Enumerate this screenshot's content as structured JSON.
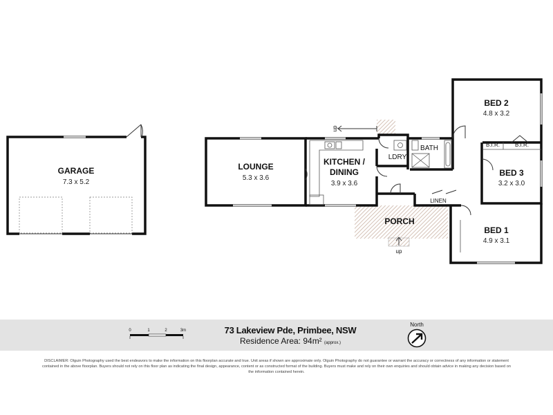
{
  "rooms": {
    "garage": {
      "name": "GARAGE",
      "dims": "7.3 x 5.2"
    },
    "lounge": {
      "name": "LOUNGE",
      "dims": "5.3 x 3.6"
    },
    "kitchen": {
      "name1": "KITCHEN /",
      "name2": "DINING",
      "dims": "3.9 x 3.6"
    },
    "laundry": {
      "name": "LDRY"
    },
    "bath": {
      "name": "BATH"
    },
    "bed2": {
      "name": "BED 2",
      "dims": "4.8 x 3.2"
    },
    "bed3": {
      "name": "BED 3",
      "dims": "3.2 x 3.0"
    },
    "bed1": {
      "name": "BED 1",
      "dims": "4.9 x 3.1"
    },
    "bir1": {
      "name": "B.I.R."
    },
    "bir2": {
      "name": "B.I.R."
    },
    "linen": {
      "name": "LINEN"
    },
    "porch": {
      "name": "PORCH"
    }
  },
  "stairs": {
    "rear": "up",
    "porch": "up"
  },
  "footer": {
    "address": "73 Lakeview Pde, Primbee, NSW",
    "area_label": "Residence Area: 94m²",
    "area_note": "(approx.)",
    "north_label": "North",
    "disclaimer": "DISCLAIMER: Olguin Photography used the best endeavors to make the information on this floorplan accurate and true. Unit areas if shown are approximate only. Olguin Photography do not guarantee or warrant the accuracy or correctness of any information or statement contained in the above floorplan. Buyers should not rely on this floor plan as indicating the final design, appearance, content or as constructed format of the building. Buyers must make and rely on their own enquiries and should obtain advice in making any decision based on the information contained herein."
  },
  "scale": {
    "ticks": [
      "0",
      "1",
      "2",
      "3m"
    ]
  }
}
